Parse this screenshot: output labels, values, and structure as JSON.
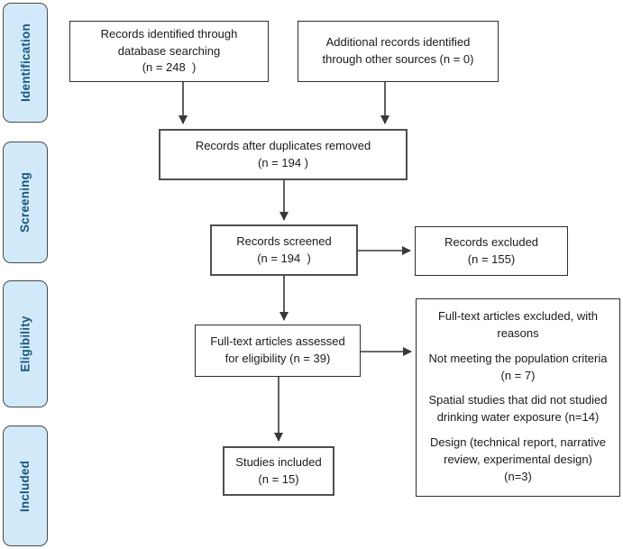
{
  "colors": {
    "stage_fill": "#d2e9f9",
    "stage_border": "#4a4a4a",
    "stage_text": "#1a567e",
    "box_border": "#2e2e2e",
    "arrow": "#383838",
    "background": "#ffffff",
    "text": "#1a1a1a"
  },
  "stages": [
    {
      "label": "Identification"
    },
    {
      "label": "Screening"
    },
    {
      "label": "Eligibility"
    },
    {
      "label": "Included"
    }
  ],
  "boxes": {
    "identified": {
      "lines": [
        "Records identified through",
        "database searching",
        "(n = 248  )"
      ]
    },
    "additional": {
      "lines": [
        "Additional records identified",
        "through other sources (n = 0)"
      ]
    },
    "duplicates_removed": {
      "lines": [
        "Records after duplicates removed",
        "(n = 194 )"
      ]
    },
    "screened": {
      "lines": [
        "Records screened",
        "(n = 194  )"
      ]
    },
    "excluded": {
      "lines": [
        "Records excluded",
        "(n = 155)"
      ]
    },
    "fulltext_assessed": {
      "lines": [
        "Full-text articles assessed",
        "for eligibility (n = 39)"
      ]
    },
    "fulltext_excluded": {
      "paragraphs": [
        {
          "lines": [
            "Full-text articles excluded, with",
            "reasons"
          ]
        },
        {
          "lines": [
            "Not meeting the population criteria",
            "(n = 7)"
          ]
        },
        {
          "lines": [
            "Spatial studies that did not studied",
            "drinking water exposure (n=14)"
          ]
        },
        {
          "lines": [
            "Design (technical report, narrative",
            "review, experimental design)",
            "(n=3)"
          ]
        }
      ]
    },
    "included": {
      "lines": [
        "Studies included",
        "(n = 15)"
      ]
    }
  }
}
